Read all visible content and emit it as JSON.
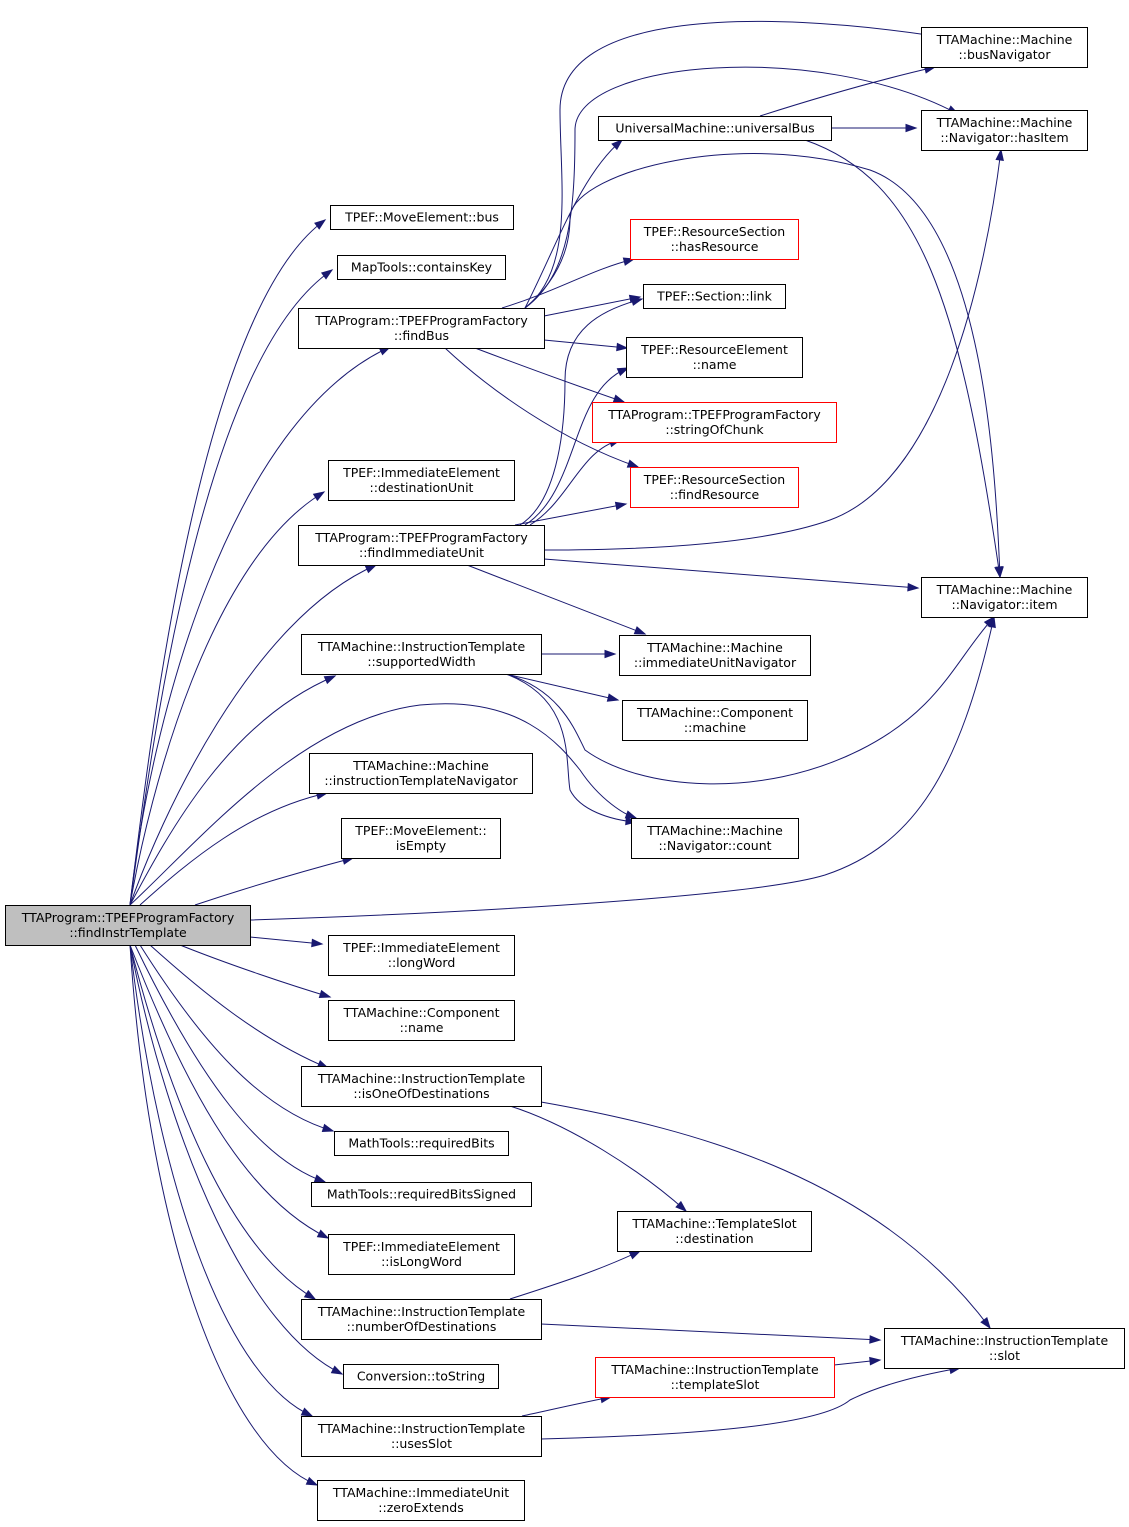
{
  "diagram": {
    "type": "call-graph",
    "root": "root",
    "colors": {
      "edge": "#191970",
      "root_fill": "#bfbfbf",
      "node_border": "#000000",
      "truncated_border": "#ff0000"
    },
    "nodes": [
      {
        "id": "root",
        "lines": [
          "TTAProgram::TPEFProgramFactory",
          "::findInstrTemplate"
        ],
        "style": "root"
      },
      {
        "id": "moveElementBus",
        "lines": [
          "TPEF::MoveElement::bus"
        ],
        "style": "plain"
      },
      {
        "id": "containsKey",
        "lines": [
          "MapTools::containsKey"
        ],
        "style": "plain"
      },
      {
        "id": "findBus",
        "lines": [
          "TTAProgram::TPEFProgramFactory",
          "::findBus"
        ],
        "style": "plain"
      },
      {
        "id": "destinationUnit",
        "lines": [
          "TPEF::ImmediateElement",
          "::destinationUnit"
        ],
        "style": "plain"
      },
      {
        "id": "findImmediateUnit",
        "lines": [
          "TTAProgram::TPEFProgramFactory",
          "::findImmediateUnit"
        ],
        "style": "plain"
      },
      {
        "id": "supportedWidth",
        "lines": [
          "TTAMachine::InstructionTemplate",
          "::supportedWidth"
        ],
        "style": "plain"
      },
      {
        "id": "instructionTemplateNavigator",
        "lines": [
          "TTAMachine::Machine",
          "::instructionTemplateNavigator"
        ],
        "style": "plain"
      },
      {
        "id": "isEmpty",
        "lines": [
          "TPEF::MoveElement::",
          "isEmpty"
        ],
        "style": "plain"
      },
      {
        "id": "longWord",
        "lines": [
          "TPEF::ImmediateElement",
          "::longWord"
        ],
        "style": "plain"
      },
      {
        "id": "componentName",
        "lines": [
          "TTAMachine::Component",
          "::name"
        ],
        "style": "plain"
      },
      {
        "id": "isOneOfDestinations",
        "lines": [
          "TTAMachine::InstructionTemplate",
          "::isOneOfDestinations"
        ],
        "style": "plain"
      },
      {
        "id": "requiredBits",
        "lines": [
          "MathTools::requiredBits"
        ],
        "style": "plain"
      },
      {
        "id": "requiredBitsSigned",
        "lines": [
          "MathTools::requiredBitsSigned"
        ],
        "style": "plain"
      },
      {
        "id": "isLongWord",
        "lines": [
          "TPEF::ImmediateElement",
          "::isLongWord"
        ],
        "style": "plain"
      },
      {
        "id": "numberOfDestinations",
        "lines": [
          "TTAMachine::InstructionTemplate",
          "::numberOfDestinations"
        ],
        "style": "plain"
      },
      {
        "id": "toString",
        "lines": [
          "Conversion::toString"
        ],
        "style": "plain"
      },
      {
        "id": "usesSlot",
        "lines": [
          "TTAMachine::InstructionTemplate",
          "::usesSlot"
        ],
        "style": "plain"
      },
      {
        "id": "zeroExtends",
        "lines": [
          "TTAMachine::ImmediateUnit",
          "::zeroExtends"
        ],
        "style": "plain"
      },
      {
        "id": "universalBus",
        "lines": [
          "UniversalMachine::universalBus"
        ],
        "style": "plain"
      },
      {
        "id": "hasResource",
        "lines": [
          "TPEF::ResourceSection",
          "::hasResource"
        ],
        "style": "red"
      },
      {
        "id": "sectionLink",
        "lines": [
          "TPEF::Section::link"
        ],
        "style": "plain"
      },
      {
        "id": "resourceElementName",
        "lines": [
          "TPEF::ResourceElement",
          "::name"
        ],
        "style": "plain"
      },
      {
        "id": "stringOfChunk",
        "lines": [
          "TTAProgram::TPEFProgramFactory",
          "::stringOfChunk"
        ],
        "style": "red"
      },
      {
        "id": "findResource",
        "lines": [
          "TPEF::ResourceSection",
          "::findResource"
        ],
        "style": "red"
      },
      {
        "id": "immediateUnitNavigator",
        "lines": [
          "TTAMachine::Machine",
          "::immediateUnitNavigator"
        ],
        "style": "plain"
      },
      {
        "id": "componentMachine",
        "lines": [
          "TTAMachine::Component",
          "::machine"
        ],
        "style": "plain"
      },
      {
        "id": "navigatorCount",
        "lines": [
          "TTAMachine::Machine",
          "::Navigator::count"
        ],
        "style": "plain"
      },
      {
        "id": "templateSlotDestination",
        "lines": [
          "TTAMachine::TemplateSlot",
          "::destination"
        ],
        "style": "plain"
      },
      {
        "id": "templateSlot",
        "lines": [
          "TTAMachine::InstructionTemplate",
          "::templateSlot"
        ],
        "style": "red"
      },
      {
        "id": "busNavigator",
        "lines": [
          "TTAMachine::Machine",
          "::busNavigator"
        ],
        "style": "plain"
      },
      {
        "id": "hasItem",
        "lines": [
          "TTAMachine::Machine",
          "::Navigator::hasItem"
        ],
        "style": "plain"
      },
      {
        "id": "navigatorItem",
        "lines": [
          "TTAMachine::Machine",
          "::Navigator::item"
        ],
        "style": "plain"
      },
      {
        "id": "slot",
        "lines": [
          "TTAMachine::InstructionTemplate",
          "::slot"
        ],
        "style": "plain"
      }
    ],
    "edges": [
      {
        "from": "root",
        "to": "moveElementBus"
      },
      {
        "from": "root",
        "to": "containsKey"
      },
      {
        "from": "root",
        "to": "findBus"
      },
      {
        "from": "root",
        "to": "destinationUnit"
      },
      {
        "from": "root",
        "to": "findImmediateUnit"
      },
      {
        "from": "root",
        "to": "supportedWidth"
      },
      {
        "from": "root",
        "to": "instructionTemplateNavigator"
      },
      {
        "from": "root",
        "to": "isEmpty"
      },
      {
        "from": "root",
        "to": "navigatorCount"
      },
      {
        "from": "root",
        "to": "navigatorItem"
      },
      {
        "from": "root",
        "to": "longWord"
      },
      {
        "from": "root",
        "to": "componentName"
      },
      {
        "from": "root",
        "to": "isOneOfDestinations"
      },
      {
        "from": "root",
        "to": "requiredBits"
      },
      {
        "from": "root",
        "to": "requiredBitsSigned"
      },
      {
        "from": "root",
        "to": "isLongWord"
      },
      {
        "from": "root",
        "to": "numberOfDestinations"
      },
      {
        "from": "root",
        "to": "toString"
      },
      {
        "from": "root",
        "to": "usesSlot"
      },
      {
        "from": "root",
        "to": "zeroExtends"
      },
      {
        "from": "findBus",
        "to": "universalBus"
      },
      {
        "from": "findBus",
        "to": "busNavigator"
      },
      {
        "from": "findBus",
        "to": "hasItem"
      },
      {
        "from": "findBus",
        "to": "navigatorItem"
      },
      {
        "from": "findBus",
        "to": "hasResource"
      },
      {
        "from": "findBus",
        "to": "sectionLink"
      },
      {
        "from": "findBus",
        "to": "resourceElementName"
      },
      {
        "from": "findBus",
        "to": "stringOfChunk"
      },
      {
        "from": "findBus",
        "to": "findResource"
      },
      {
        "from": "universalBus",
        "to": "busNavigator"
      },
      {
        "from": "universalBus",
        "to": "hasItem"
      },
      {
        "from": "universalBus",
        "to": "navigatorItem"
      },
      {
        "from": "findImmediateUnit",
        "to": "sectionLink"
      },
      {
        "from": "findImmediateUnit",
        "to": "resourceElementName"
      },
      {
        "from": "findImmediateUnit",
        "to": "stringOfChunk"
      },
      {
        "from": "findImmediateUnit",
        "to": "findResource"
      },
      {
        "from": "findImmediateUnit",
        "to": "hasItem"
      },
      {
        "from": "findImmediateUnit",
        "to": "navigatorItem"
      },
      {
        "from": "findImmediateUnit",
        "to": "immediateUnitNavigator"
      },
      {
        "from": "supportedWidth",
        "to": "immediateUnitNavigator"
      },
      {
        "from": "supportedWidth",
        "to": "componentMachine"
      },
      {
        "from": "supportedWidth",
        "to": "navigatorCount"
      },
      {
        "from": "supportedWidth",
        "to": "navigatorItem"
      },
      {
        "from": "isOneOfDestinations",
        "to": "templateSlotDestination"
      },
      {
        "from": "isOneOfDestinations",
        "to": "slot"
      },
      {
        "from": "numberOfDestinations",
        "to": "templateSlotDestination"
      },
      {
        "from": "numberOfDestinations",
        "to": "slot"
      },
      {
        "from": "usesSlot",
        "to": "templateSlot"
      },
      {
        "from": "usesSlot",
        "to": "slot"
      },
      {
        "from": "templateSlot",
        "to": "slot"
      }
    ]
  }
}
